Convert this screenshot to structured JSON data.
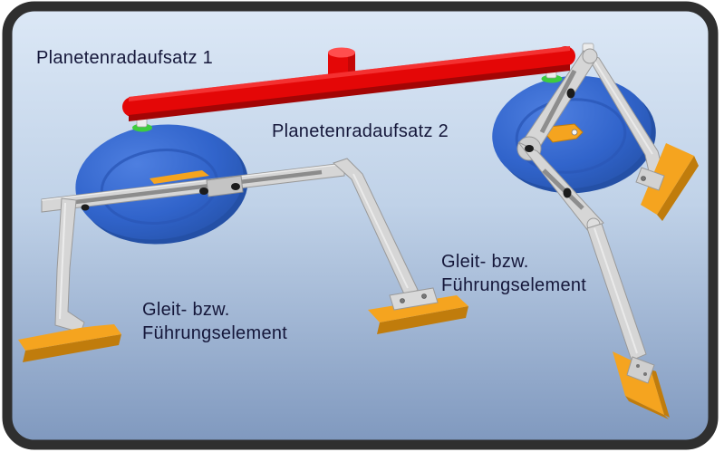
{
  "figure": {
    "title": "Planetenrad mechanism illustration",
    "labels": {
      "planetenrad_1": "Planetenradaufsatz 1",
      "planetenrad_2": "Planetenradaufsatz 2",
      "gleit_left": {
        "line1": "Gleit- bzw.",
        "line2": "Führungselement"
      },
      "gleit_right": {
        "line1": "Gleit- bzw.",
        "line2": "Führungselement"
      }
    },
    "colors": {
      "frame": "#2f2f2f",
      "bg_top": "#dce8f6",
      "bg_mid": "#c0d2e8",
      "bg_bottom": "#7f98be",
      "disc_blue": "#3164cb",
      "disc_blue_dark": "#2450a6",
      "disc_blue_light": "#4e7fe0",
      "bar_red": "#e40707",
      "bar_red_dark": "#a30505",
      "bar_red_light": "#ff4e4e",
      "link_gray": "#d6d6d6",
      "link_gray_dark": "#999999",
      "link_gray_light": "#f2f2f2",
      "foot_orange": "#f5a41f",
      "foot_orange_dark": "#c07c0c",
      "connector_green": "#3ecc3e",
      "pin_black": "#1c1c1c",
      "text": "#15173a"
    }
  }
}
